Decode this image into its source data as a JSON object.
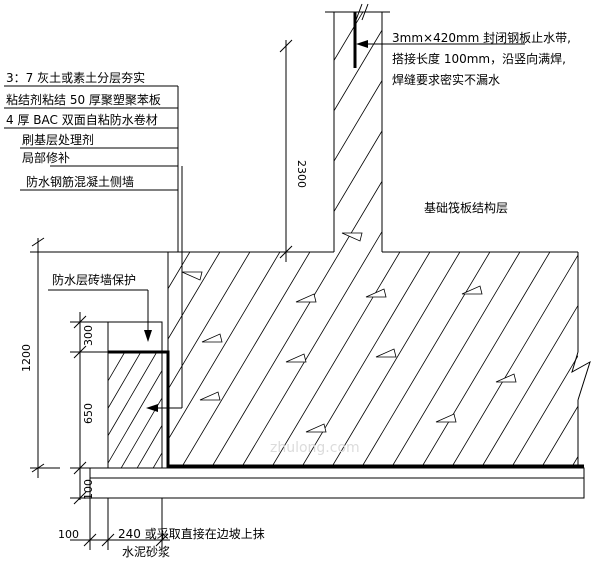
{
  "labels": {
    "layer1": "3：7 灰土或素土分层夯实",
    "layer2": "粘结剂粘结 50 厚聚塑聚苯板",
    "layer3": "4 厚 BAC 双面自粘防水卷材",
    "layer4": "刷基层处理剂",
    "layer5": "局部修补",
    "layer6": "防水钢筋混凝土侧墙",
    "waterstop_line1": "3mm×420mm 封闭钢板止水带,",
    "waterstop_line2": "搭接长度 100mm，沿竖向满焊,",
    "waterstop_line3": "焊缝要求密实不漏水",
    "raft": "基础筏板结构层",
    "brick_wall": "防水层砖墙保护",
    "bottom_note_line1": "240 或采取直接在边坡上抹",
    "bottom_note_line2": "水泥砂浆",
    "watermark": "zhulong.com"
  },
  "dimensions": {
    "d2300": "2300",
    "d1200": "1200",
    "d300": "300",
    "d650": "650",
    "d100_left": "100",
    "d100_bottom": "100"
  }
}
